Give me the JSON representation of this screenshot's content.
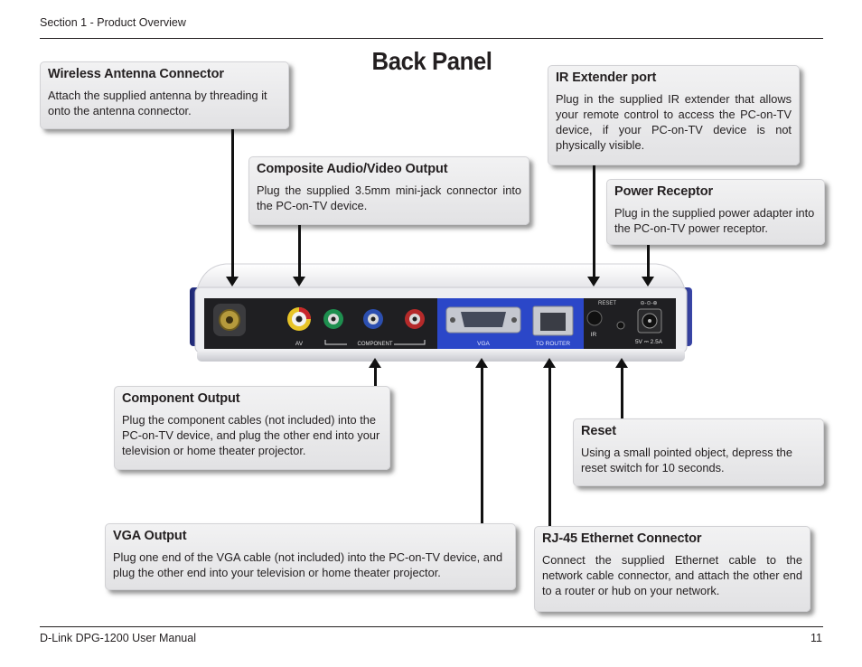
{
  "header": {
    "section": "Section 1 - Product Overview"
  },
  "title": "Back Panel",
  "callouts": {
    "wireless": {
      "title": "Wireless Antenna Connector",
      "body": "Attach the supplied antenna by threading it onto the antenna connector."
    },
    "composite": {
      "title": "Composite Audio/Video Output",
      "body": "Plug the supplied 3.5mm mini-jack connector into the PC-on-TV device."
    },
    "ir": {
      "title": "IR Extender port",
      "body": "Plug in the supplied IR extender that allows your remote control to access the PC-on-TV device, if your PC-on-TV device is not physically visible."
    },
    "power": {
      "title": "Power Receptor",
      "body": "Plug in the supplied power adapter into the PC-on-TV power receptor."
    },
    "component": {
      "title": "Component Output",
      "body": "Plug the component cables (not included) into the PC-on-TV device, and plug the other end into your television or home theater projector."
    },
    "reset": {
      "title": "Reset",
      "body": "Using a small pointed object, depress the reset switch for 10 seconds."
    },
    "vga": {
      "title": "VGA Output",
      "body": "Plug one end of the VGA cable (not included) into the PC-on-TV device, and plug the other end into your television or home theater projector."
    },
    "rj45": {
      "title": "RJ-45 Ethernet Connector",
      "body": "Connect the supplied Ethernet cable to the network cable connector, and attach the other end to a router or hub on your network."
    }
  },
  "device": {
    "labels": {
      "av": "AV",
      "component": "COMPONENT",
      "vga": "VGA",
      "to_router": "TO ROUTER",
      "reset": "RESET",
      "ir": "IR",
      "power": "5V ⎓ 2.5A"
    }
  },
  "footer": {
    "manual": "D-Link DPG-1200 User Manual",
    "page": "11"
  }
}
